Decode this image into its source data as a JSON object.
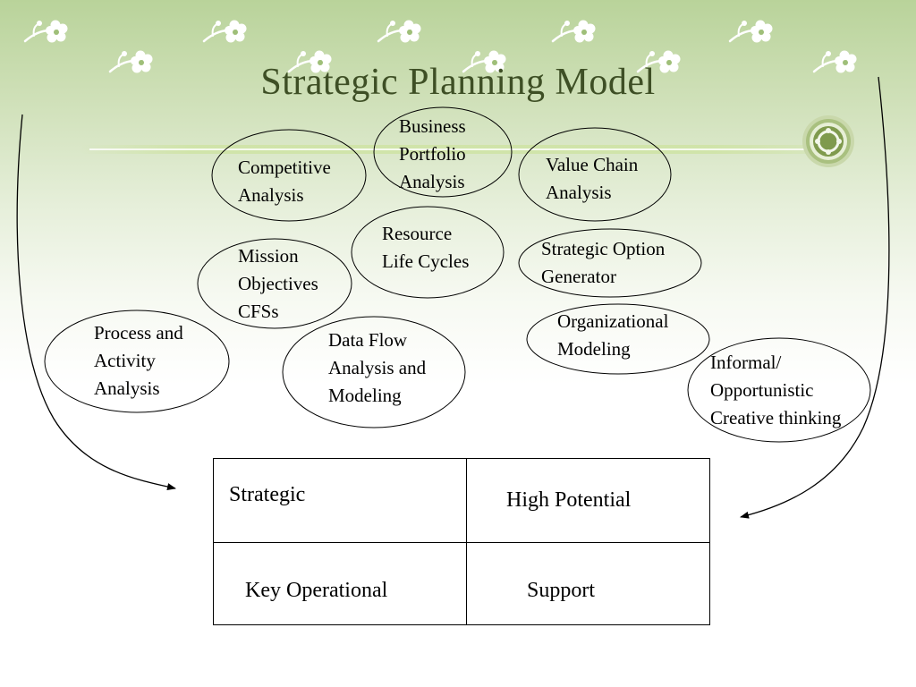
{
  "slide": {
    "title": "Strategic Planning Model"
  },
  "ovals": {
    "business_portfolio": [
      "Business",
      "Portfolio",
      "Analysis"
    ],
    "competitive": [
      "Competitive",
      "Analysis"
    ],
    "value_chain": [
      "Value Chain",
      "Analysis"
    ],
    "resource_life_cycles": [
      "Resource",
      "Life Cycles"
    ],
    "strategic_option": [
      "Strategic Option",
      "Generator"
    ],
    "mission": [
      "Mission",
      "Objectives",
      "CFSs"
    ],
    "organizational": [
      "Organizational",
      "Modeling"
    ],
    "process_activity": [
      "Process and",
      "Activity",
      "Analysis"
    ],
    "data_flow": [
      "Data Flow",
      "Analysis and",
      "Modeling"
    ],
    "informal": [
      "Informal/",
      "Opportunistic",
      "Creative thinking"
    ]
  },
  "matrix": {
    "top_left": "Strategic",
    "top_right": "High Potential",
    "bottom_left": "Key Operational",
    "bottom_right": "Support"
  },
  "colors": {
    "title": "#3e4f25",
    "background_top": "#b9d39a",
    "background_bottom": "#ffffff",
    "accent_band": "#cfe3a6"
  },
  "icons": {
    "decoration": "flower-sprig-icon",
    "emblem": "circular-ornament-icon"
  }
}
